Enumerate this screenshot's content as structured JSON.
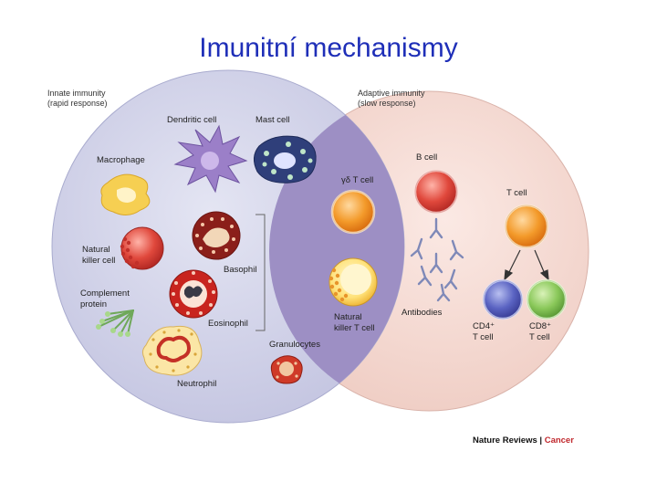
{
  "slide": {
    "title": "Imunitní mechanismy"
  },
  "diagram": {
    "innate": {
      "line1": "Innate immunity",
      "line2": "(rapid response)"
    },
    "adaptive": {
      "line1": "Adaptive immunity",
      "line2": "(slow response)"
    },
    "cells": {
      "dendritic": "Dendritic cell",
      "mast": "Mast cell",
      "macrophage": "Macrophage",
      "gammadelta": "γδ T cell",
      "bcell": "B cell",
      "tcell": "T cell",
      "nk_line1": "Natural",
      "nk_line2": "killer cell",
      "basophil": "Basophil",
      "complement_line1": "Complement",
      "complement_line2": "protein",
      "eosinophil": "Eosinophil",
      "nkt_line1": "Natural",
      "nkt_line2": "killer T cell",
      "antibodies": "Antibodies",
      "cd4_line1": "CD4⁺",
      "cd4_line2": "T cell",
      "cd8_line1": "CD8⁺",
      "cd8_line2": "T cell",
      "granulocytes": "Granulocytes",
      "neutrophil": "Neutrophil"
    },
    "credit": {
      "journal": "Nature Reviews",
      "separator": " | ",
      "section": "Cancer"
    },
    "colors": {
      "title": "#1f2fb8",
      "innate_circle": "#cfd0e8",
      "adaptive_circle": "#f3d5cf",
      "overlap": "#9d8fc4",
      "credit_accent": "#c0282d"
    }
  }
}
